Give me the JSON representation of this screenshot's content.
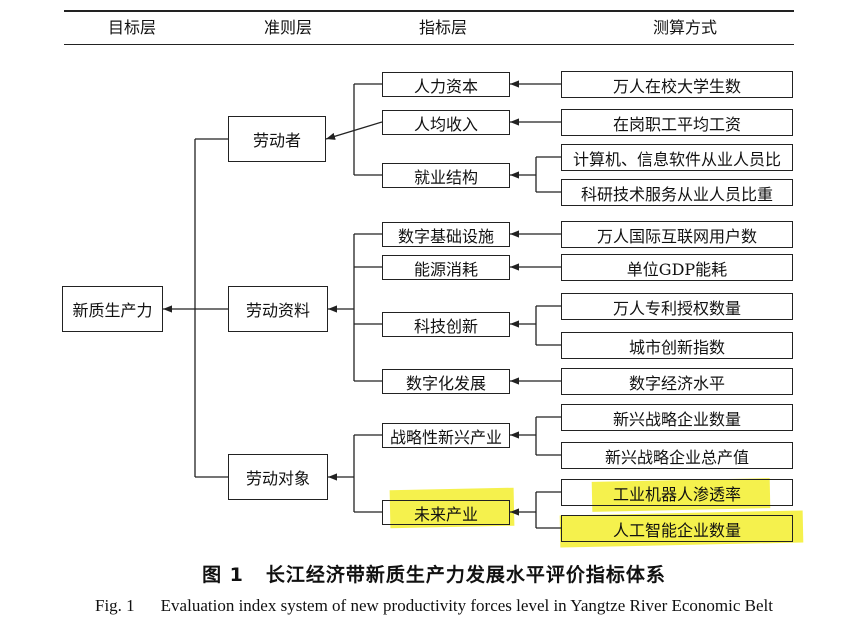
{
  "header": {
    "col1": "目标层",
    "col2": "准则层",
    "col3": "指标层",
    "col4": "测算方式"
  },
  "goal": "新质生产力",
  "criteria": [
    {
      "label": "劳动者",
      "indicators": [
        {
          "label": "人力资本",
          "measures": [
            "万人在校大学生数"
          ]
        },
        {
          "label": "人均收入",
          "measures": [
            "在岗职工平均工资"
          ]
        },
        {
          "label": "就业结构",
          "measures": [
            "计算机、信息软件从业人员比",
            "科研技术服务从业人员比重"
          ]
        }
      ]
    },
    {
      "label": "劳动资料",
      "indicators": [
        {
          "label": "数字基础设施",
          "measures": [
            "万人国际互联网用户数"
          ]
        },
        {
          "label": "能源消耗",
          "measures": [
            "单位GDP能耗"
          ]
        },
        {
          "label": "科技创新",
          "measures": [
            "万人专利授权数量",
            "城市创新指数"
          ]
        },
        {
          "label": "数字化发展",
          "measures": [
            "数字经济水平"
          ]
        }
      ]
    },
    {
      "label": "劳动对象",
      "indicators": [
        {
          "label": "战略性新兴产业",
          "measures": [
            "新兴战略企业数量",
            "新兴战略企业总产值"
          ]
        },
        {
          "label": "未来产业",
          "measures": [
            "工业机器人渗透率",
            "人工智能企业数量"
          ]
        }
      ]
    }
  ],
  "caption": {
    "zh_num": "图 1",
    "zh_text": "长江经济带新质生产力发展水平评价指标体系",
    "en_num": "Fig. 1",
    "en_text": "Evaluation index system of new productivity forces level in Yangtze River Economic Belt"
  },
  "colors": {
    "line": "#222222",
    "highlight": "#f4ef3a"
  }
}
